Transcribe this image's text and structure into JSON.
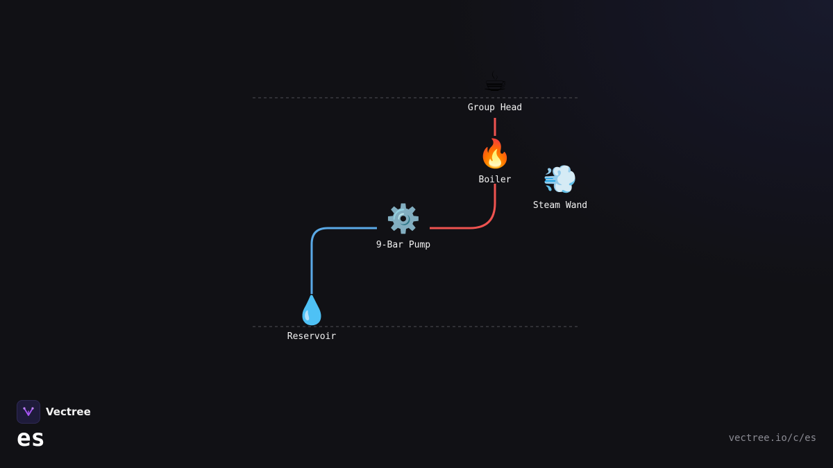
{
  "nodes": {
    "group_head": {
      "label": "Group Head",
      "icon": "coffee-cup-icon",
      "glyph": "☕"
    },
    "boiler": {
      "label": "Boiler",
      "icon": "fire-icon",
      "glyph": "🔥"
    },
    "steam_wand": {
      "label": "Steam Wand",
      "icon": "steam-puff-icon",
      "glyph": "💨"
    },
    "pump": {
      "label": "9-Bar Pump",
      "icon": "gear-icon",
      "glyph": "⚙️"
    },
    "reservoir": {
      "label": "Reservoir",
      "icon": "water-drop-icon",
      "glyph": "💧"
    }
  },
  "connections": [
    {
      "from": "reservoir",
      "to": "pump",
      "color": "#5aa9e6"
    },
    {
      "from": "pump",
      "to": "boiler",
      "color": "#ef5350"
    },
    {
      "from": "boiler",
      "to": "group_head",
      "color": "#ef5350"
    }
  ],
  "colors": {
    "background": "#111115",
    "cold_water": "#5aa9e6",
    "hot_water": "#ef5350",
    "guide_line": "#3a3a40",
    "brand_accent": "#a855f7"
  },
  "brand": {
    "name": "Vectree",
    "logo": "vectree-logo-icon"
  },
  "footer": {
    "code": "es",
    "url": "vectree.io/c/es"
  }
}
